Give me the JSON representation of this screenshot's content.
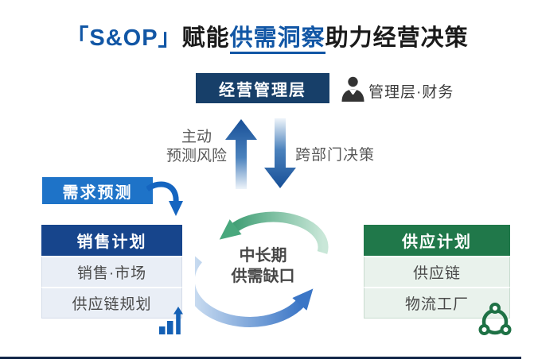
{
  "title": {
    "brand": "「S&OP」",
    "text_before": "赋能",
    "highlight": "供需洞察",
    "text_after": "助力经营决策"
  },
  "management": {
    "box_label": "经营管理层",
    "caption": "管理层·财务"
  },
  "flows": {
    "up_label_line1": "主动",
    "up_label_line2": "预测风险",
    "down_label": "跨部门决策"
  },
  "demand_forecast": {
    "label": "需求预测"
  },
  "sales_plan": {
    "header": "销售计划",
    "rows": [
      "销售·市场",
      "供应链规划"
    ]
  },
  "cycle": {
    "label_line1": "中长期",
    "label_line2": "供需缺口"
  },
  "supply_plan": {
    "header": "供应计划",
    "rows": [
      "供应链",
      "物流工厂"
    ]
  },
  "colors": {
    "title_blue": "#1156a5",
    "management_navy": "#173f69",
    "demand_blue": "#1e73c8",
    "sales_header_blue": "#17458c",
    "supply_header_green": "#20784a",
    "arrow_blue": "#174f97",
    "cycle_green": "#3f9e74",
    "cycle_blue": "#3b76c6",
    "bottom_bar_navy": "#15294a"
  }
}
